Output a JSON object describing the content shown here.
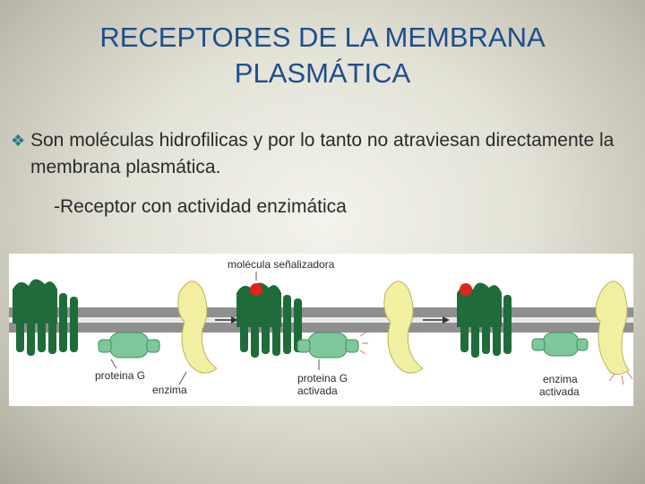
{
  "slide": {
    "title_line1": "RECEPTORES DE LA MEMBRANA",
    "title_line2": "PLASMÁTICA",
    "bullet_icon": "diamond-bullet-icon",
    "bullet_text": "Son moléculas hidrofilicas y por lo tanto no atraviesan directamente la membrana plasmática.",
    "sub_text": "-Receptor con actividad enzimática"
  },
  "figure": {
    "label_signal": "molécula señalizadora",
    "label_protein_g": "proteina G",
    "label_enzyme": "enzima",
    "label_protein_g_active_1": "proteina G",
    "label_protein_g_active_2": "activada",
    "label_enzyme_active_1": "enzima",
    "label_enzyme_active_2": "activada",
    "colors": {
      "receptor": "#1f6b3a",
      "protein_g": "#7dc79a",
      "enzyme": "#f2f0a0",
      "membrane": "#8a8a8a",
      "signal": "#e0231b"
    }
  }
}
